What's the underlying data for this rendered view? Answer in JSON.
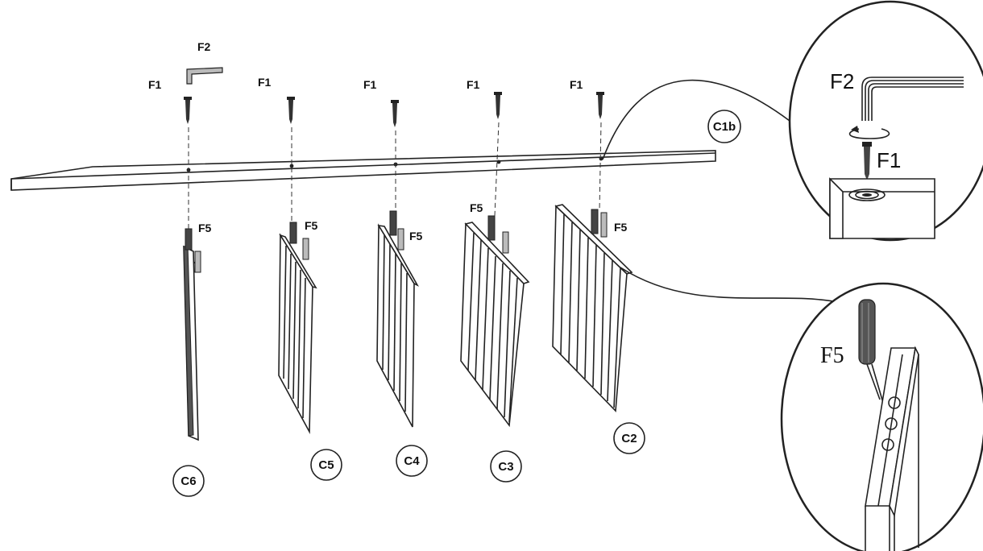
{
  "labels": {
    "f1": "F1",
    "f2": "F2",
    "f5": "F5",
    "c1b": "C1b",
    "c2": "C2",
    "c3": "C3",
    "c4": "C4",
    "c5": "C5",
    "c6": "C6",
    "detail_f2": "F2",
    "detail_f1": "F1",
    "detail_f5": "F5"
  }
}
